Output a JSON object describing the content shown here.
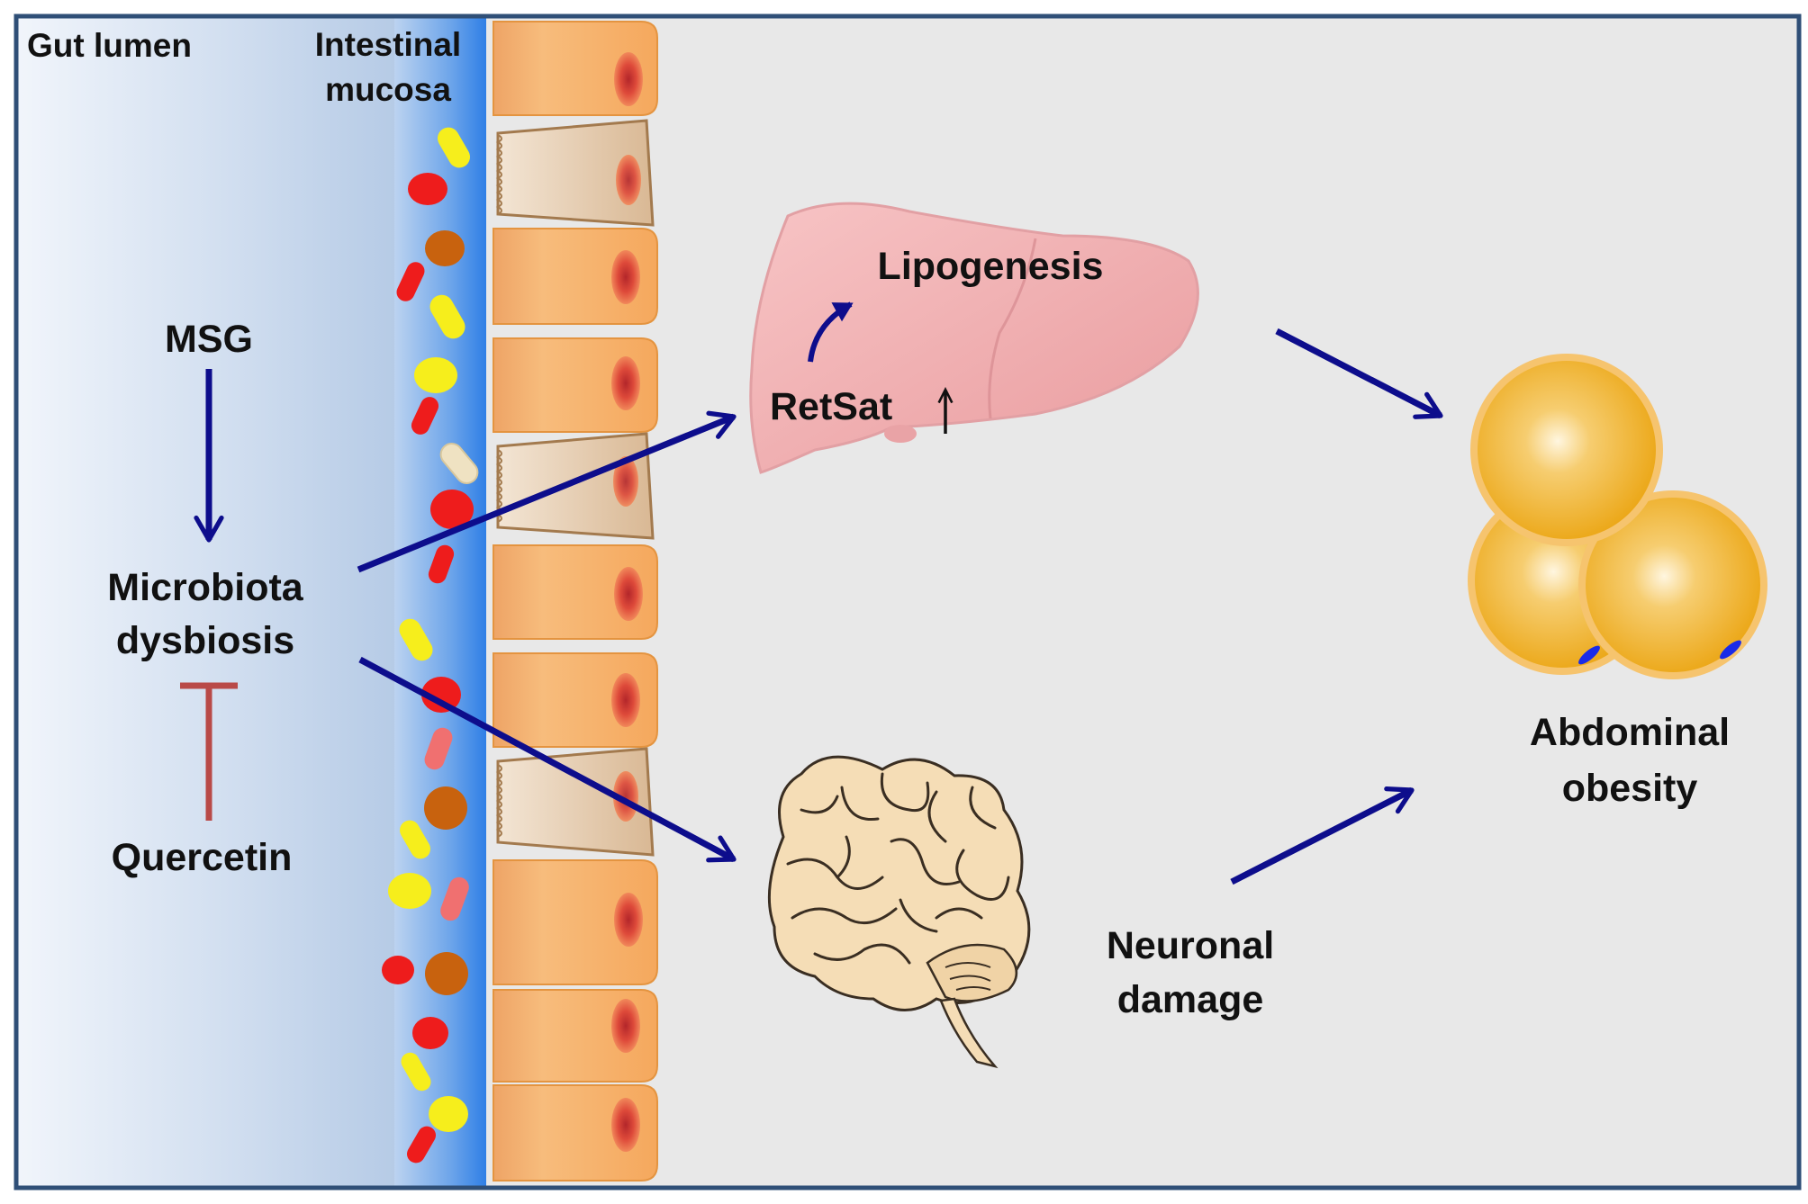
{
  "labels": {
    "gut_lumen": "Gut lumen",
    "intestinal_mucosa_line1": "Intestinal",
    "intestinal_mucosa_line2": "mucosa",
    "msg": "MSG",
    "microbiota_line1": "Microbiota",
    "microbiota_line2": "dysbiosis",
    "quercetin": "Quercetin",
    "lipogenesis": "Lipogenesis",
    "retsat": "RetSat",
    "neuronal_line1": "Neuronal",
    "neuronal_line2": "damage",
    "abdominal_line1": "Abdominal",
    "abdominal_line2": "obesity"
  },
  "colors": {
    "arrow": "#0d0d8c",
    "inhibit": "#b94a48",
    "liver": "#f3b7b9",
    "fat_cell": "#f0b020",
    "enterocyte": "#f7b774",
    "goblet_cell": "#e9d2b8",
    "background": "#e8e8e8",
    "frame": "#2f4f77"
  },
  "icons": {
    "liver": "liver-icon",
    "brain": "brain-icon",
    "fat_cells": "adipocyte-cluster-icon",
    "bacteria": "bacteria-icons"
  }
}
